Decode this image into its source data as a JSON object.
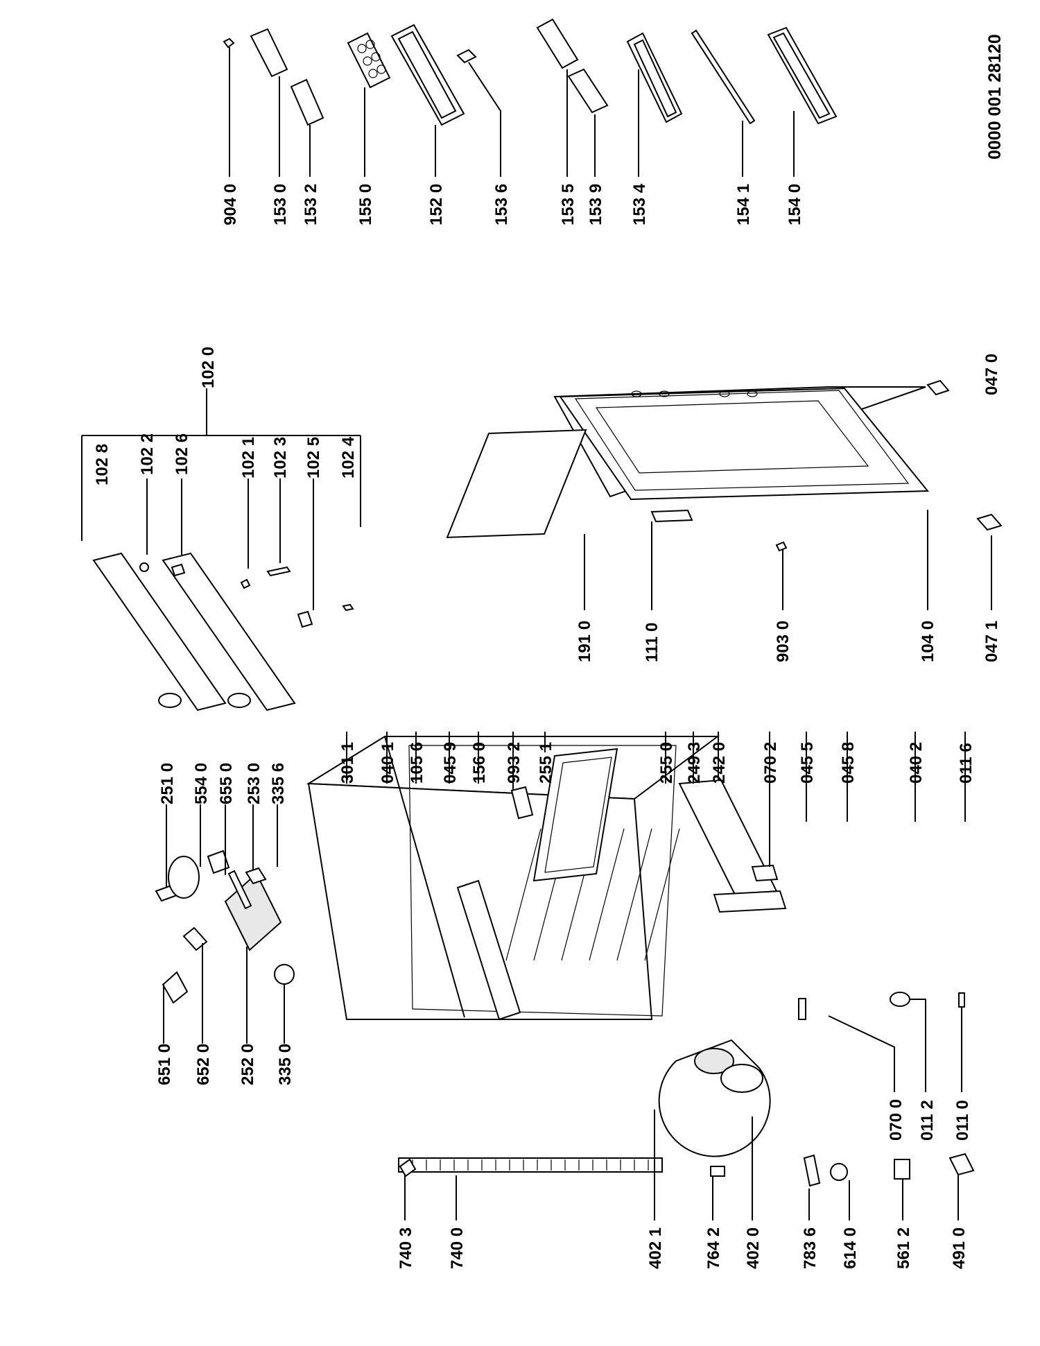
{
  "document_code": "0000 001 28120",
  "labels": {
    "top": [
      "904 0",
      "153 0",
      "153 2",
      "155 0",
      "152 0",
      "153 6",
      "153 5",
      "153 9",
      "153 4",
      "154 1",
      "154 0"
    ],
    "shelf_group": [
      "102 8",
      "102 2",
      "102 6",
      "102 1",
      "102 3",
      "102 5",
      "102 4",
      "102 0"
    ],
    "door": [
      "191 0",
      "111 0",
      "903 0",
      "104 0",
      "047 1",
      "047 0"
    ],
    "upper_left": [
      "651 0",
      "652 0",
      "252 0",
      "335 0",
      "251 0",
      "554 0",
      "655 0",
      "253 0",
      "335 6"
    ],
    "cabinet_right": [
      "301 1",
      "040 1",
      "105 6",
      "045 9",
      "156 0",
      "993 2",
      "255 1",
      "255 0",
      "249 3",
      "242 0",
      "070 2",
      "045 5",
      "045 8",
      "040 2",
      "011 6"
    ],
    "bottom": [
      "070 0",
      "011 2",
      "011 0",
      "740 3",
      "740 0",
      "402 1",
      "764 2",
      "402 0",
      "783 6",
      "614 0",
      "561 2",
      "491 0"
    ]
  }
}
